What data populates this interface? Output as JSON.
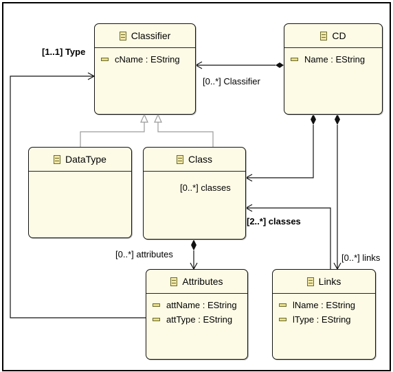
{
  "classes": {
    "classifier": {
      "name": "Classifier",
      "attributes": [
        "cName : EString"
      ]
    },
    "cd": {
      "name": "CD",
      "attributes": [
        "Name : EString"
      ]
    },
    "datatype": {
      "name": "DataType",
      "attributes": []
    },
    "class": {
      "name": "Class",
      "attributes": []
    },
    "attributes": {
      "name": "Attributes",
      "attributes": [
        "attName : EString",
        "attType : EString"
      ]
    },
    "links": {
      "name": "Links",
      "attributes": [
        "lName : EString",
        "lType : EString"
      ]
    }
  },
  "edge_labels": {
    "type": "[1..1] Type",
    "classifier": "[0..*] Classifier",
    "classes_cd": "[0..*] classes",
    "classes_links": "[2..*] classes",
    "attributes": "[0..*] attributes",
    "links": "[0..*] links"
  }
}
